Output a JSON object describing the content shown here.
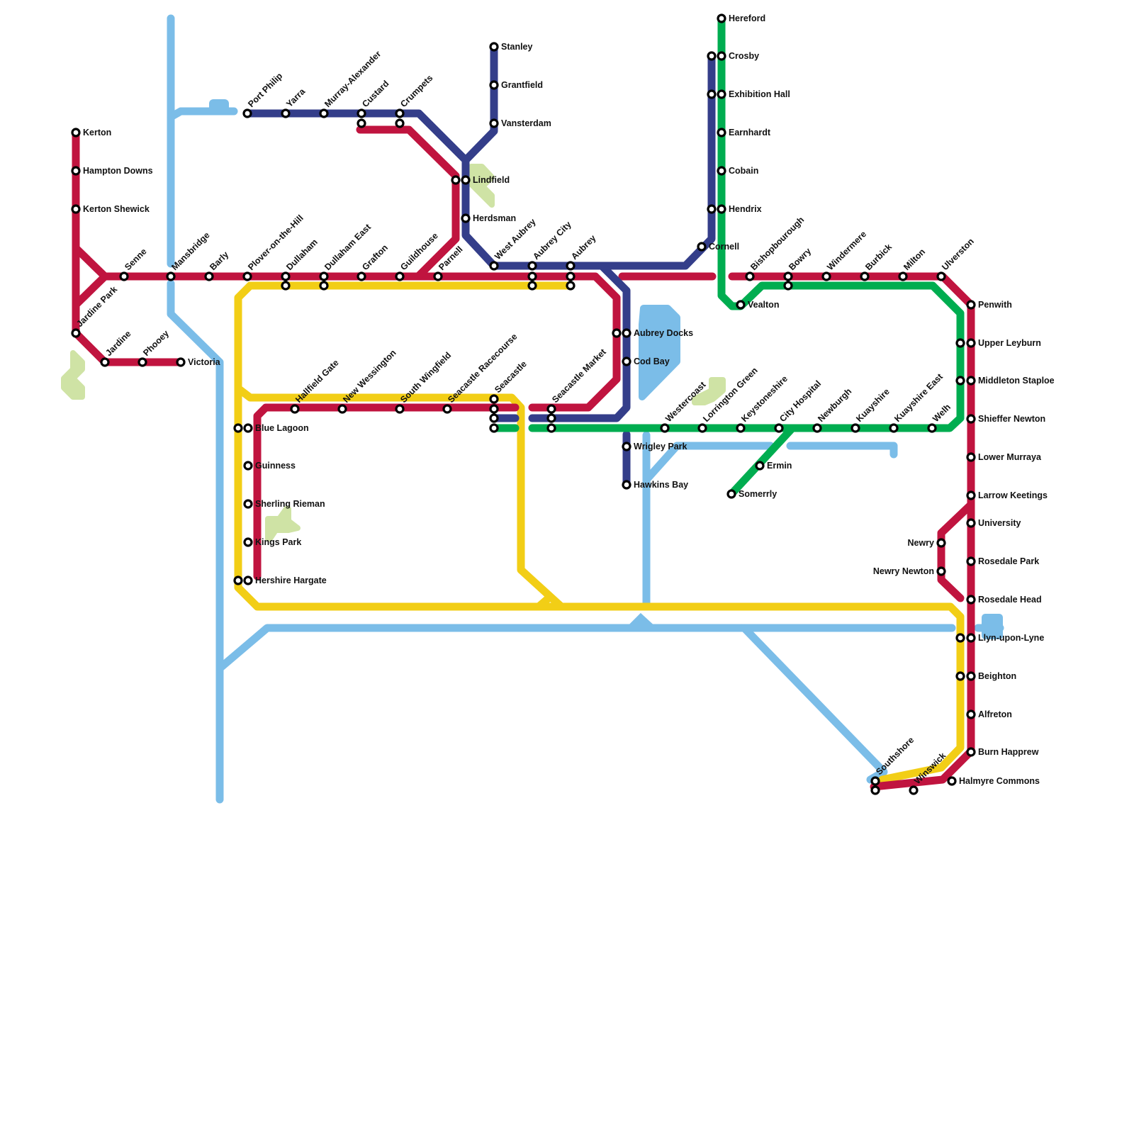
{
  "lines": [
    {
      "id": "red",
      "name": "",
      "color": "#c0143f"
    },
    {
      "id": "navy",
      "name": "",
      "color": "#343e8a"
    },
    {
      "id": "green",
      "name": "",
      "color": "#00ad50"
    },
    {
      "id": "yellow",
      "name": "",
      "color": "#f2ce16"
    },
    {
      "id": "sky",
      "name": "",
      "color": "#7bbde8"
    }
  ],
  "colors": {
    "park": "#cfe3a5",
    "water": "#7bbde8",
    "station_outline": "#000000",
    "station_fill": "#ffffff"
  },
  "stations": [
    "Kerton",
    "Hampton Downs",
    "Kerton Shewick",
    "Jardine Park",
    "Jardine",
    "Phooey",
    "Victoria",
    "Senne",
    "Mansbridge",
    "Barly",
    "Plover-on-the-Hill",
    "Dullaham",
    "Dullaham East",
    "Grafton",
    "Guildhouse",
    "Parnell",
    "West Aubrey",
    "Aubrey City",
    "Aubrey",
    "Port Philip",
    "Yarra",
    "Murray-Alexander",
    "Custard",
    "Crumpets",
    "Lindfield",
    "Herdsman",
    "Stanley",
    "Grantfield",
    "Vansterdam",
    "Hereford",
    "Crosby",
    "Exhibition Hall",
    "Earnhardt",
    "Cobain",
    "Hendrix",
    "Cornell",
    "Bishopbourough",
    "Bowry",
    "Windermere",
    "Burbick",
    "Milton",
    "Ulverston",
    "Vealton",
    "Penwith",
    "Upper Leyburn",
    "Middleton Staploe",
    "Shieffer Newton",
    "Lower Murraya",
    "Larrow Keetings",
    "University",
    "Newry",
    "Newry Newton",
    "Rosedale Park",
    "Rosedale Head",
    "Llyn-upon-Lyne",
    "Beighton",
    "Alfreton",
    "Burn Happrew",
    "Halmyre Commons",
    "Winswick",
    "Southshore",
    "Aubrey Docks",
    "Cod Bay",
    "Wrigley Park",
    "Hawkins Bay",
    "Westercoast",
    "Lorrington Green",
    "Keystoneshire",
    "City Hospital",
    "Newburgh",
    "Kuayshire",
    "Kuayshire East",
    "Welh",
    "Ermin",
    "Somerrly",
    "Hallfield Gate",
    "New Wessington",
    "South Wingfield",
    "Seacastle Racecourse",
    "Seacastle",
    "Seacastle Market",
    "Blue Lagoon",
    "Guinness",
    "Sherling Rieman",
    "Kings Park",
    "Hershire Hargate"
  ]
}
